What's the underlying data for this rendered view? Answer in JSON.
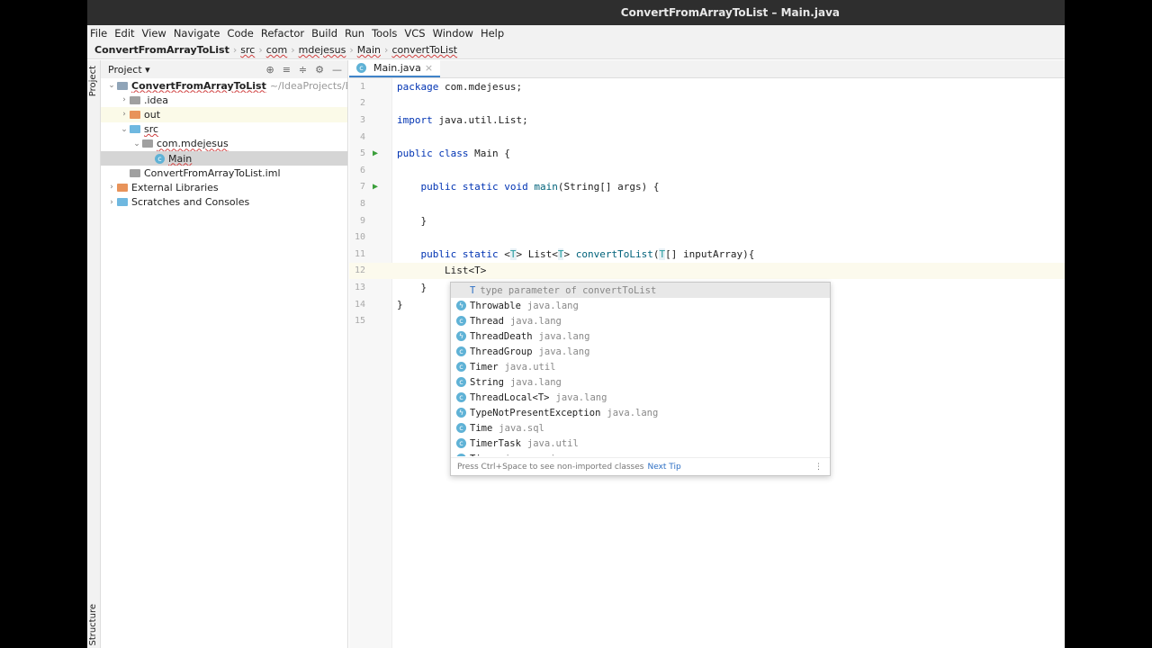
{
  "title": "ConvertFromArrayToList – Main.java",
  "menu": [
    "File",
    "Edit",
    "View",
    "Navigate",
    "Code",
    "Refactor",
    "Build",
    "Run",
    "Tools",
    "VCS",
    "Window",
    "Help"
  ],
  "breadcrumb": [
    "ConvertFromArrayToList",
    "src",
    "com",
    "mdejesus",
    "Main",
    "convertToList"
  ],
  "stripe": {
    "project": "Project",
    "structure": "Structure"
  },
  "project": {
    "header": "Project",
    "tree": [
      {
        "label": "ConvertFromArrayToList",
        "hint": "~/IdeaProjects/BPA-Ag",
        "expanded": true,
        "depth": 0
      },
      {
        "label": ".idea",
        "depth": 1,
        "collapsed": true
      },
      {
        "label": "out",
        "depth": 1,
        "collapsed": true
      },
      {
        "label": "src",
        "depth": 1,
        "expanded": true
      },
      {
        "label": "com.mdejesus",
        "depth": 2,
        "expanded": true
      },
      {
        "label": "Main",
        "depth": 3,
        "selected": true
      },
      {
        "label": "ConvertFromArrayToList.iml",
        "depth": 1
      },
      {
        "label": "External Libraries",
        "depth": 0,
        "collapsed": true
      },
      {
        "label": "Scratches and Consoles",
        "depth": 0,
        "collapsed": true
      }
    ]
  },
  "editor": {
    "tab": "Main.java",
    "lines": [
      "package com.mdejesus;",
      "",
      "import java.util.List;",
      "",
      "public class Main {",
      "",
      "    public static void main(String[] args) {",
      "",
      "    }",
      "",
      "    public static <T> List<T> convertToList(T[] inputArray){",
      "        List<T>",
      "    }",
      "}",
      ""
    ]
  },
  "completion": {
    "items": [
      {
        "name": "T",
        "pkg": "type parameter of convertToList",
        "kind": "type-param"
      },
      {
        "name": "Throwable",
        "pkg": "java.lang",
        "kind": "exception"
      },
      {
        "name": "Thread",
        "pkg": "java.lang",
        "kind": "class"
      },
      {
        "name": "ThreadDeath",
        "pkg": "java.lang",
        "kind": "exception"
      },
      {
        "name": "ThreadGroup",
        "pkg": "java.lang",
        "kind": "class"
      },
      {
        "name": "Timer",
        "pkg": "java.util",
        "kind": "class"
      },
      {
        "name": "String",
        "pkg": "java.lang",
        "kind": "class"
      },
      {
        "name": "ThreadLocal<T>",
        "pkg": "java.lang",
        "kind": "class"
      },
      {
        "name": "TypeNotPresentException",
        "pkg": "java.lang",
        "kind": "exception"
      },
      {
        "name": "Time",
        "pkg": "java.sql",
        "kind": "class"
      },
      {
        "name": "TimerTask",
        "pkg": "java.util",
        "kind": "class"
      },
      {
        "name": "Timer",
        "pkg": "javax.swing",
        "kind": "class"
      }
    ],
    "footer": "Press Ctrl+Space to see non-imported classes",
    "next_tip": "Next Tip"
  }
}
